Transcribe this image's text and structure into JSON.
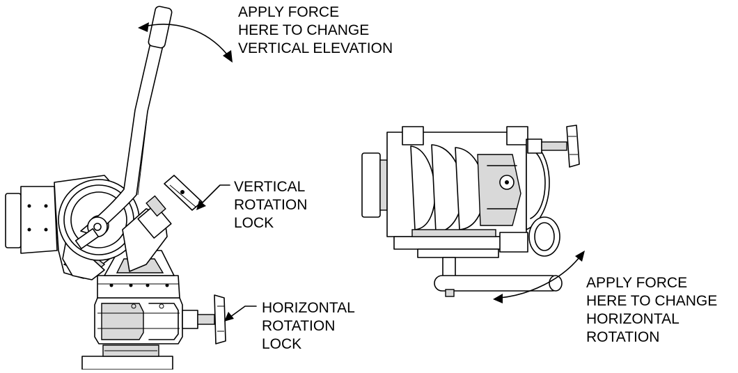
{
  "labels": {
    "vertical_elevation": [
      "APPLY FORCE",
      "HERE TO CHANGE",
      "VERTICAL ELEVATION"
    ],
    "vertical_lock": [
      "VERTICAL",
      "ROTATION",
      "LOCK"
    ],
    "horizontal_lock": [
      "HORIZONTAL",
      "ROTATION",
      "LOCK"
    ],
    "horizontal_rotation": [
      "APPLY FORCE",
      "HERE TO CHANGE",
      "HORIZONTAL",
      "ROTATION"
    ]
  }
}
